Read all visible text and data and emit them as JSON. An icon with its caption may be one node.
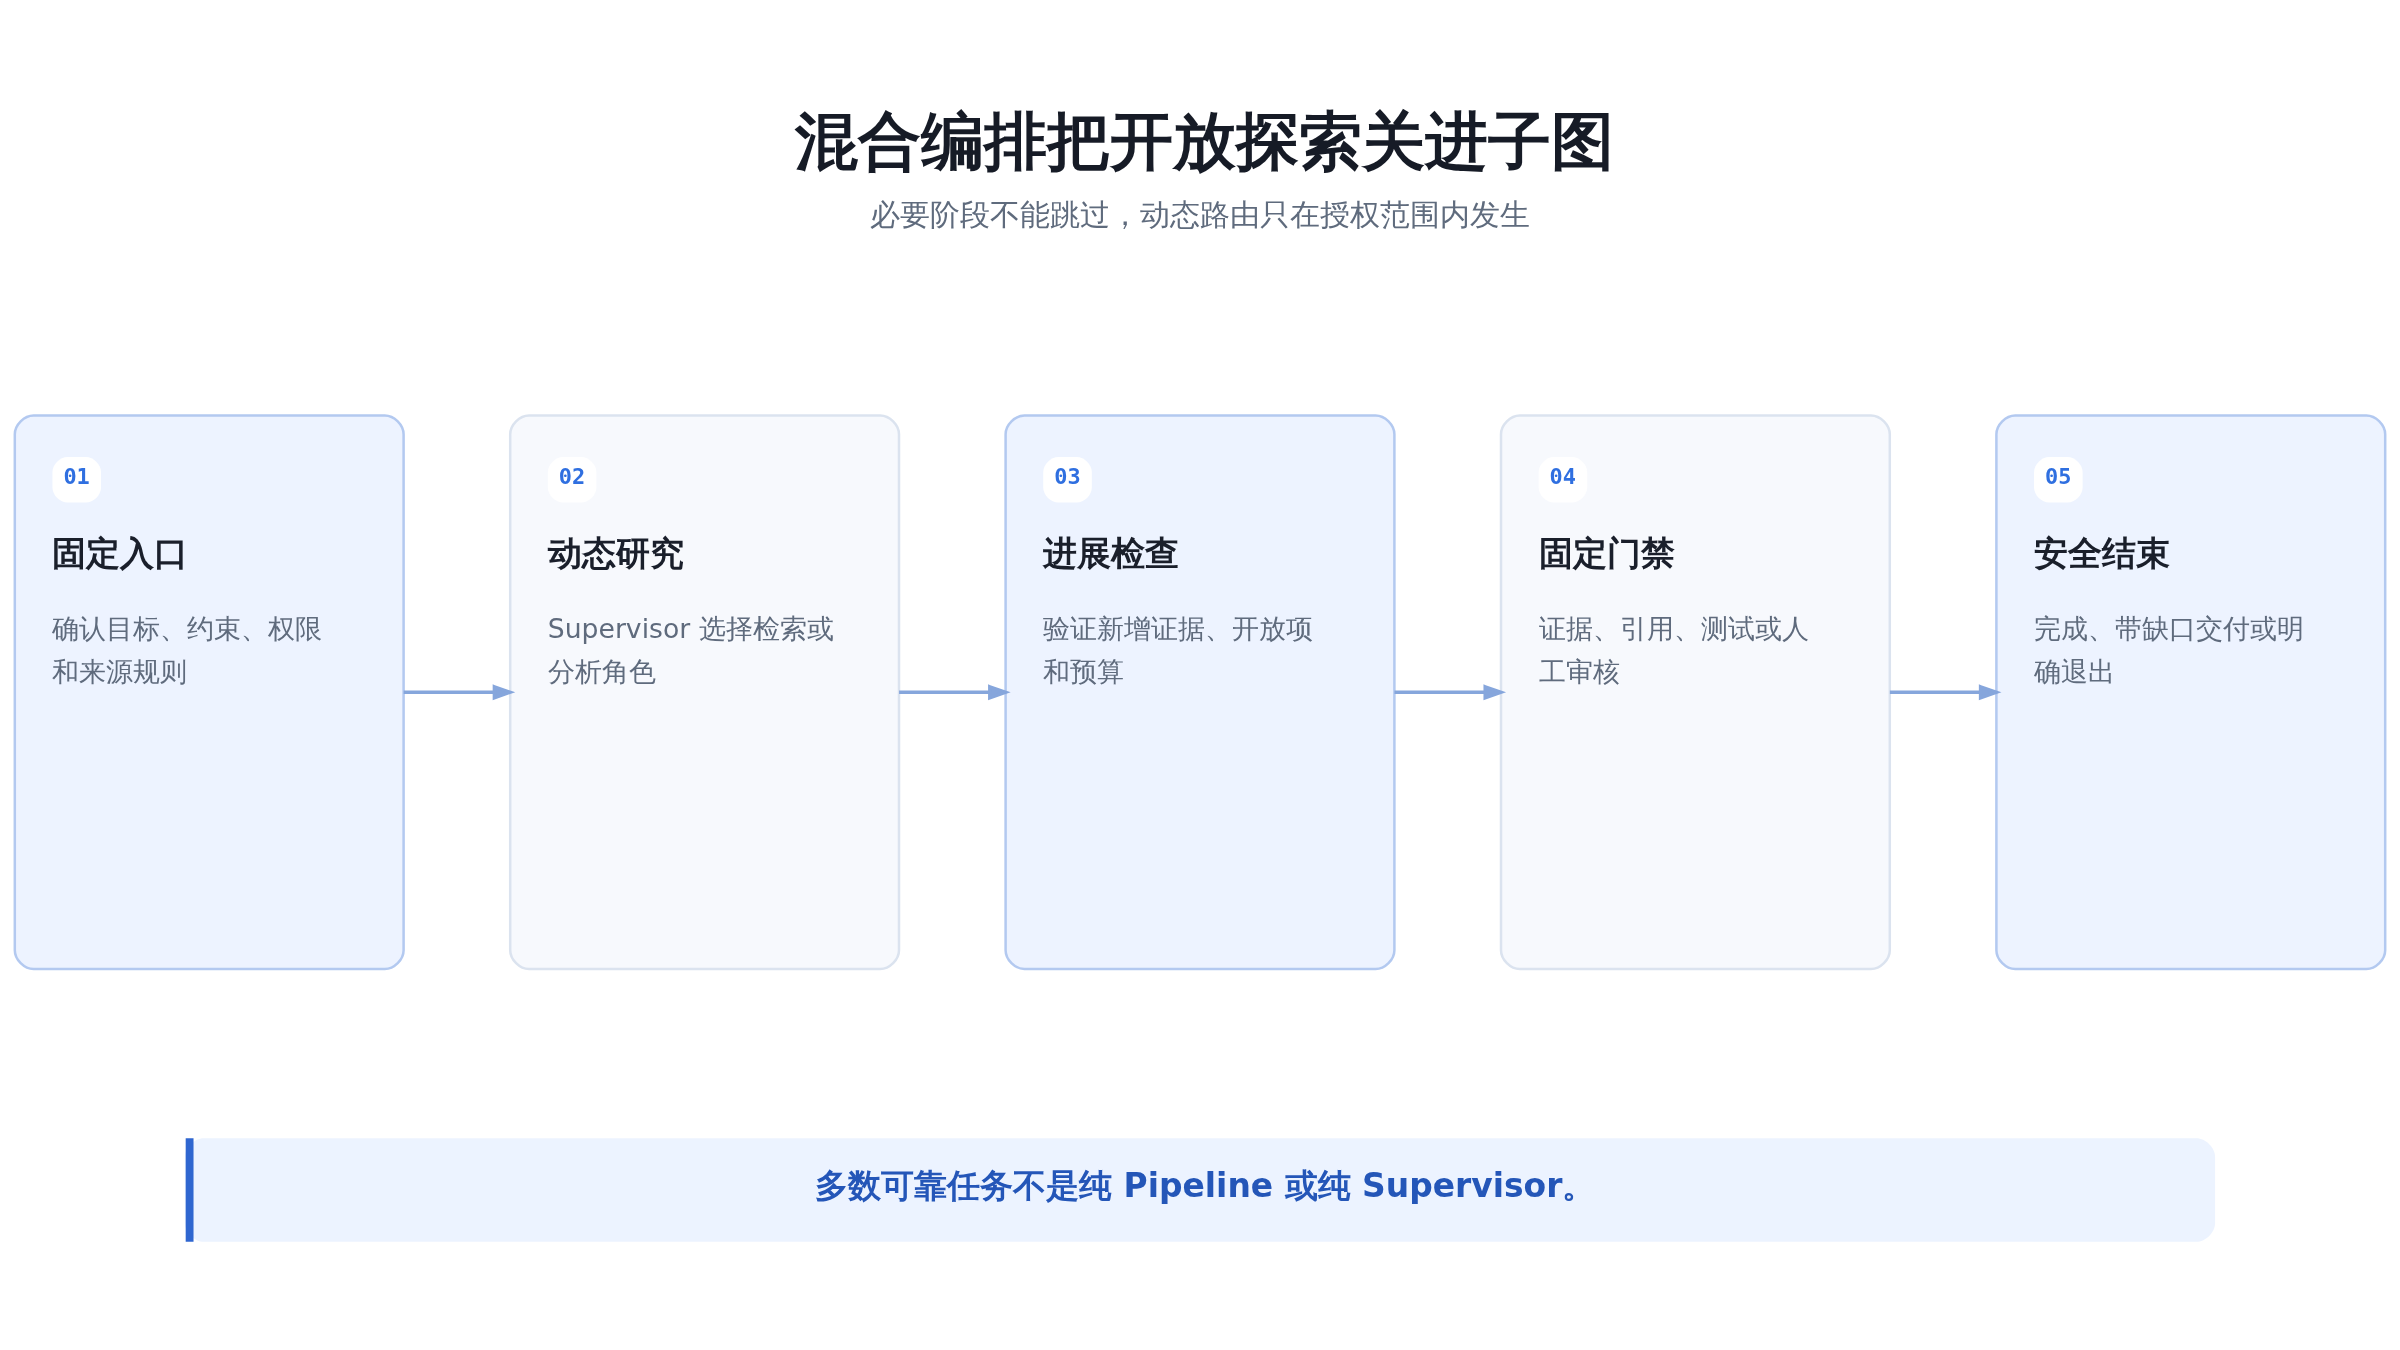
{
  "diagram": {
    "title": "混合编排把开放探索关进子图",
    "nodes": [
      {
        "text": [
          "01",
          "固定入口",
          "确认目标、约束、权限和来源规则"
        ]
      },
      {
        "text": [
          "02",
          "动态研究",
          "Supervisor 选择检索或分析角色"
        ]
      },
      {
        "text": [
          "03",
          "进展检查",
          "验证新增证据、开放项和预算"
        ]
      },
      {
        "text": [
          "04",
          "固定门禁",
          "证据、引用、测试或人工审核"
        ]
      },
      {
        "text": [
          "05",
          "安全结束",
          "完成、带缺口交付或明确退出"
        ]
      },
      {
        "text": [
          "多数可靠任务不是纯 Pipeline 或纯 Supervisor。"
        ]
      }
    ],
    "edges": [
      {
        "from": 0,
        "to": 1,
        "arrow": "to"
      },
      {
        "from": 1,
        "to": 2,
        "arrow": "to"
      },
      {
        "from": 2,
        "to": 3,
        "arrow": "to"
      },
      {
        "from": 3,
        "to": 4,
        "arrow": "to"
      }
    ],
    "labels": [
      "必要阶段不能跳过，动态路由只在授权范围内发生"
    ]
  }
}
